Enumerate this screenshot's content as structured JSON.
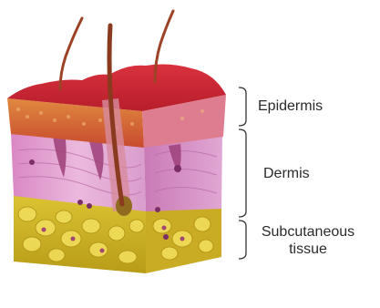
{
  "layers": {
    "epidermis": "Epidermis",
    "dermis": "Dermis",
    "subcutaneous_line1": "Subcutaneous",
    "subcutaneous_line2": "tissue"
  },
  "colors": {
    "epidermis_surface": "#c7232f",
    "epidermis_edge": "#e07b43",
    "dermis": "#e4a9d3",
    "dermis_shadow": "#b96aa5",
    "subcutaneous_fat": "#d9c12c",
    "hair": "#8a3b1f",
    "bracket": "#333333"
  }
}
